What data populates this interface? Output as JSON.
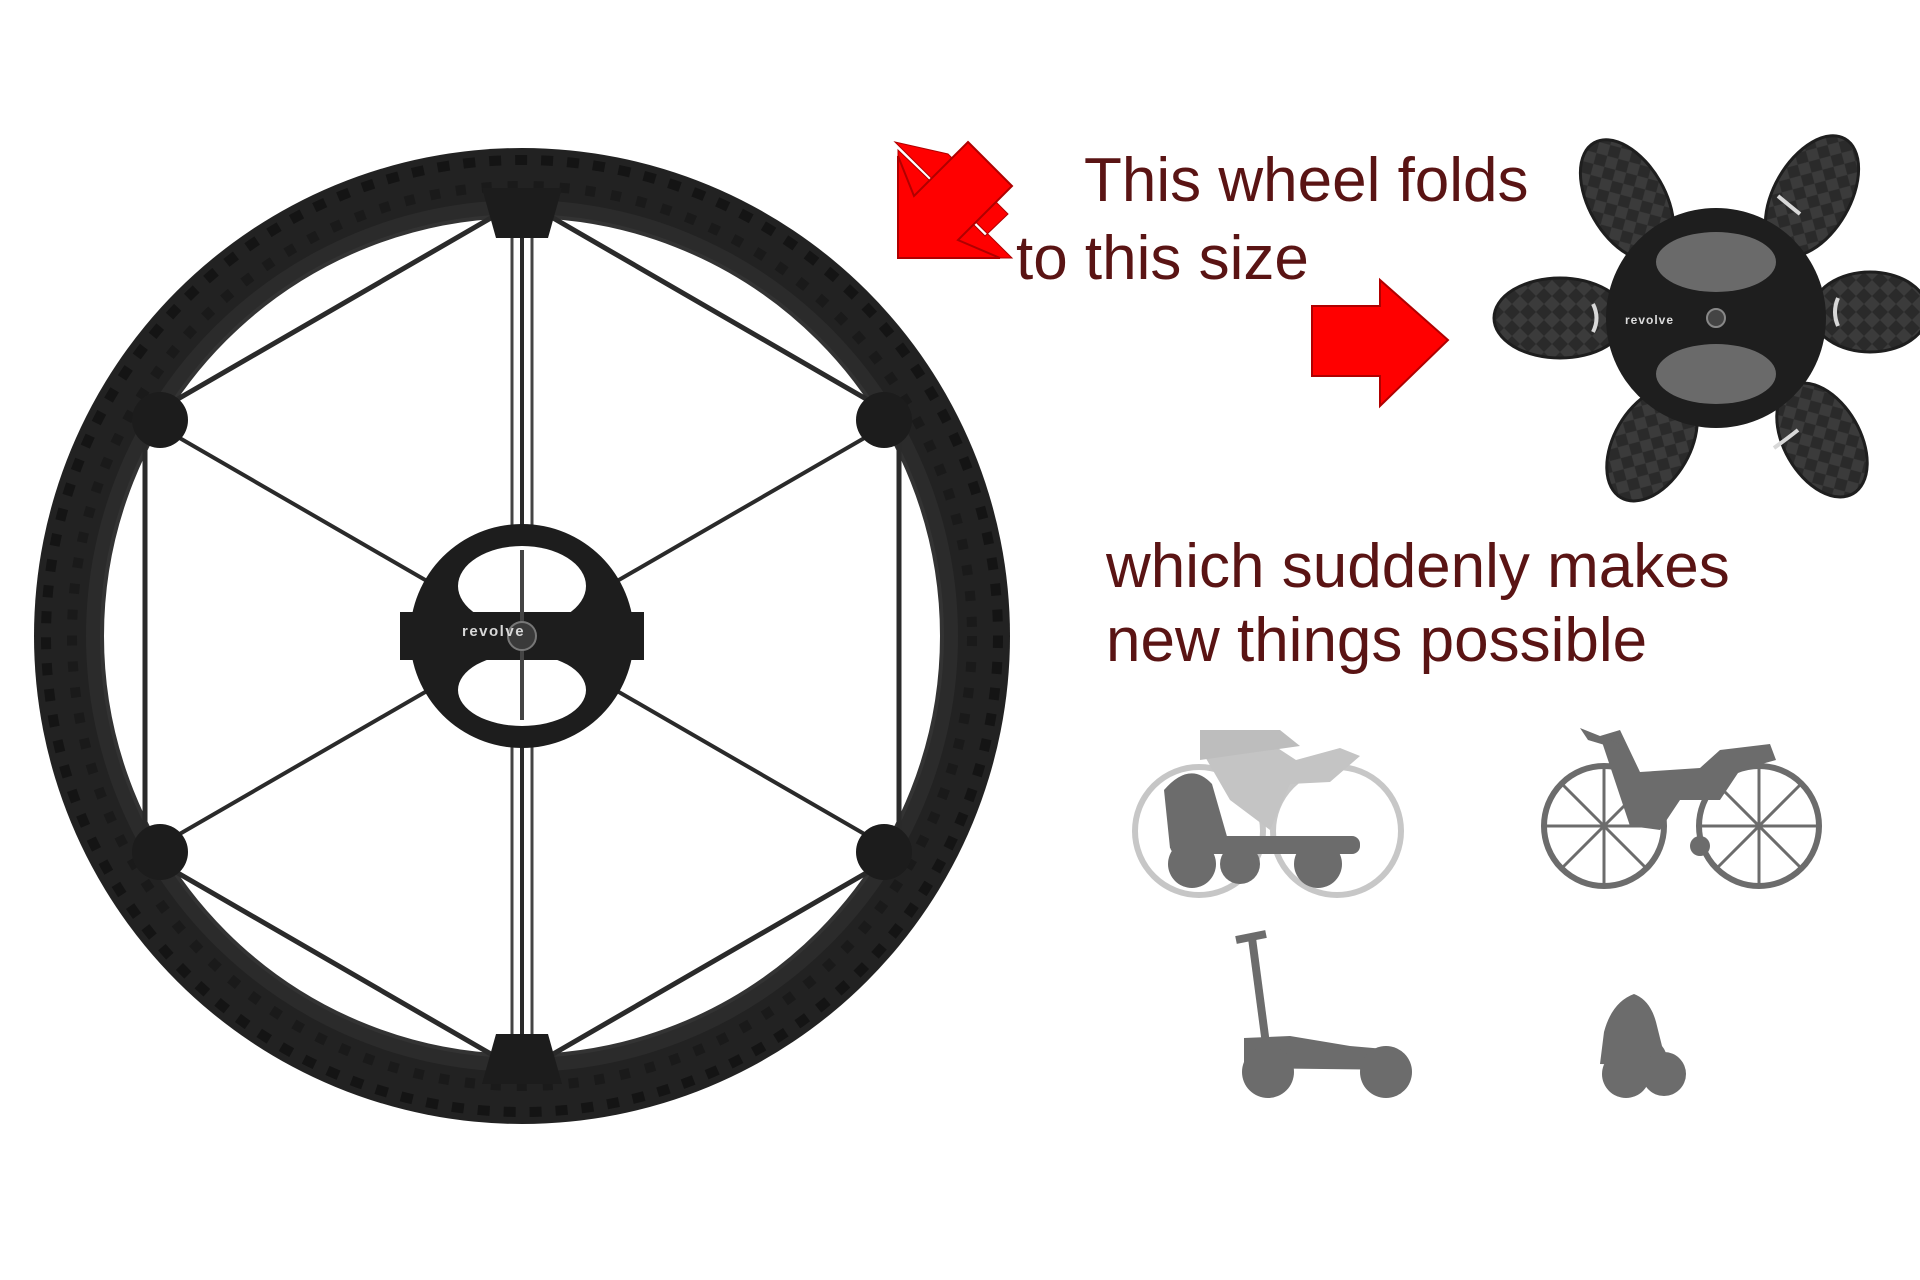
{
  "captions": {
    "line1": "This wheel folds",
    "line2": "to this size",
    "line3": "which suddenly makes",
    "line4": "new things possible"
  },
  "wheel_large": {
    "brand": "revolve"
  },
  "wheel_folded": {
    "brand": "revolve"
  },
  "colors": {
    "caption_text": "#5a1414",
    "arrow_fill": "#ff0000",
    "wheel_dark": "#1f1f1f",
    "wheel_mid": "#3a3a3a",
    "silhouette_gray": "#6c6c6c",
    "silhouette_light": "#b8b8b8"
  },
  "icons": [
    "folding-wheel-photo",
    "folded-wheel-photo",
    "arrow-left-down-icon",
    "arrow-right-icon",
    "stroller-icon",
    "bicycle-icon",
    "scooter-icon",
    "folded-cart-icon"
  ]
}
